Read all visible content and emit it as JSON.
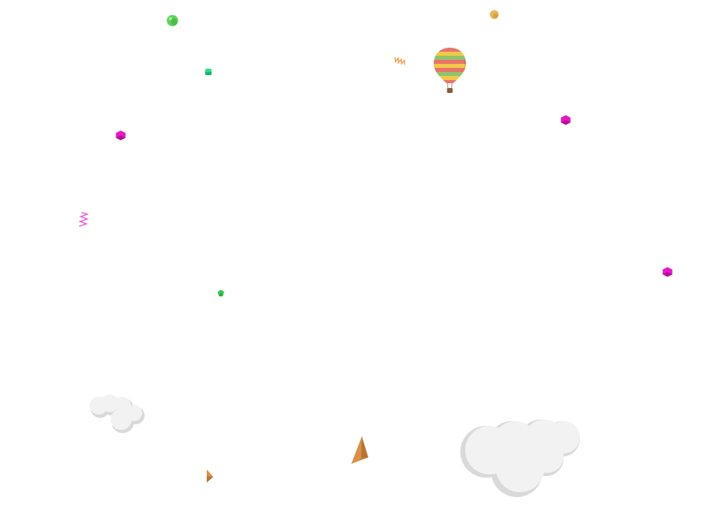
{
  "scene": {
    "background_color": "#ffffff",
    "objects": [
      {
        "kind": "balloon",
        "icon": "hot-air-balloon-icon",
        "colors": [
          "#e8736a",
          "#f2c84b",
          "#8fc46b"
        ]
      },
      {
        "kind": "ball",
        "icon": "green-ball-icon",
        "color": "#5fd35a"
      },
      {
        "kind": "ball",
        "icon": "yellow-ball-icon",
        "color": "#e9b75a"
      },
      {
        "kind": "gem",
        "icon": "green-gem-icon",
        "color": "#2ee08a"
      },
      {
        "kind": "gem",
        "icon": "magenta-gem-icon",
        "color": "#e619c6"
      },
      {
        "kind": "gem",
        "icon": "magenta-gem-icon",
        "color": "#e619c6"
      },
      {
        "kind": "gem",
        "icon": "magenta-gem-icon",
        "color": "#e619c6"
      },
      {
        "kind": "gem",
        "icon": "green-gem-icon",
        "color": "#35c94a"
      },
      {
        "kind": "spring",
        "icon": "orange-spring-icon",
        "color": "#f0a050"
      },
      {
        "kind": "spring",
        "icon": "pink-spring-icon",
        "color": "#e25cd8"
      },
      {
        "kind": "cloud",
        "icon": "cloud-icon",
        "color": "#f2f2f2"
      },
      {
        "kind": "cloud",
        "icon": "cloud-icon",
        "color": "#f2f2f2"
      },
      {
        "kind": "shard",
        "icon": "paper-shard-icon",
        "color": "#d9904a"
      },
      {
        "kind": "shard",
        "icon": "paper-shard-icon",
        "color": "#d9904a"
      }
    ]
  }
}
